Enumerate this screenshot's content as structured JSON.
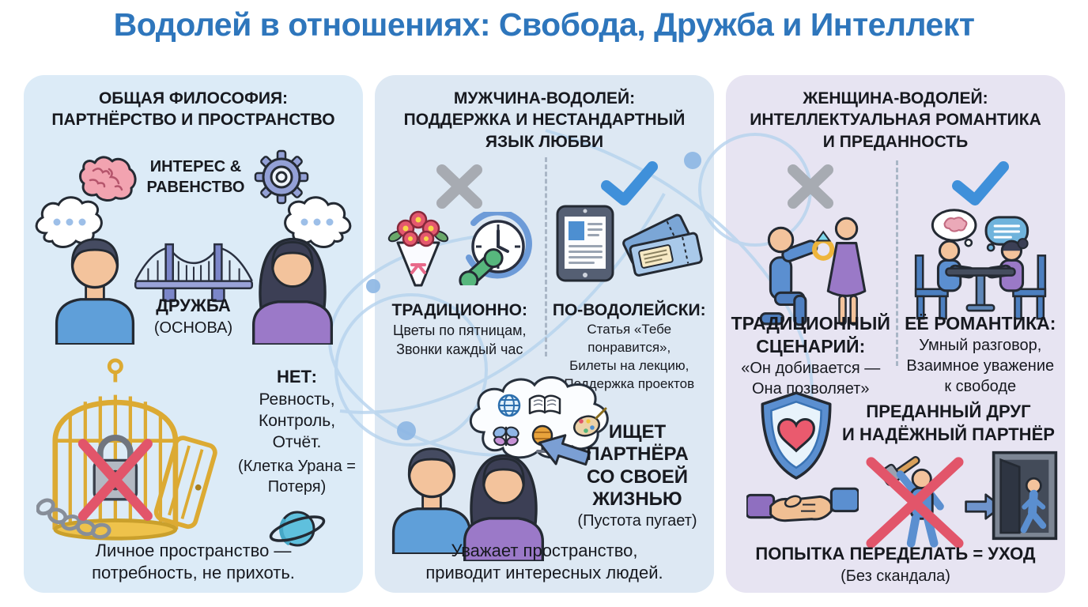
{
  "title": "Водолей в отношениях: Свобода, Дружба и Интеллект",
  "colors": {
    "title_blue": "#2e76bc",
    "panel_left_bg": "#dcebf7",
    "panel_middle_bg": "#dde8f3",
    "panel_right_bg": "#e7e4f2",
    "check_blue": "#3f90da",
    "cross_gray": "#a7abb2",
    "forbidden_red": "#e2556a",
    "cage_gold": "#dcaa33",
    "orbit_blue": "#b6d3ee"
  },
  "icons": {
    "brain-icon": "🧠",
    "gear-icon": "⚙",
    "thought-bubble-icon": "💭",
    "bridge-icon": "🌉",
    "man-avatar": "👤",
    "woman-avatar": "👤",
    "birdcage-icon": "🐦",
    "lock-icon": "🔒",
    "chain-icon": "⛓",
    "uranus-icon": "🪐",
    "cross-icon": "✕",
    "check-icon": "✓",
    "bouquet-icon": "💐",
    "phone-clock-icon": "📞",
    "tablet-article-icon": "📄",
    "tickets-icon": "🎟",
    "interests-cloud-icon": "💭",
    "arrow-left-icon": "⬅",
    "proposal-icon": "💍",
    "table-talk-icon": "🗣",
    "shield-heart-icon": "🛡",
    "handshake-icon": "🤝",
    "remake-person-icon": "🔨",
    "arrow-right-icon": "➡",
    "exit-door-icon": "🚪"
  },
  "philosophy": {
    "title1": "ОБЩАЯ ФИЛОСОФИЯ:",
    "title2": "ПАРТНЁРСТВО И ПРОСТРАНСТВО",
    "interest1": "ИНТЕРЕС &",
    "interest2": "РАВЕНСТВО",
    "friendship": "ДРУЖБА",
    "friendship_sub": "(ОСНОВА)",
    "no_title": "НЕТ:",
    "no1": "Ревность,",
    "no2": "Контроль,",
    "no3": "Отчёт.",
    "no_note1": "(Клетка Урана =",
    "no_note2": "Потеря)",
    "footer1": "Личное пространство —",
    "footer2": "потребность, не прихоть."
  },
  "man": {
    "title1": "МУЖЧИНА-ВОДОЛЕЙ:",
    "title2": "ПОДДЕРЖКА И НЕСТАНДАРТНЫЙ",
    "title3": "ЯЗЫК ЛЮБВИ",
    "trad_title": "ТРАДИЦИОННО:",
    "trad1": "Цветы по пятницам,",
    "trad2": "Звонки каждый час",
    "aqua_title": "ПО-ВОДОЛЕЙСКИ:",
    "aqua1": "Статья «Тебе понравится»,",
    "aqua2": "Билеты на лекцию,",
    "aqua3": "Поддержка проектов",
    "seeks1": "ИЩЕТ",
    "seeks2": "ПАРТНЁРА",
    "seeks3": "СО СВОЕЙ",
    "seeks4": "ЖИЗНЬЮ",
    "seeks_note": "(Пустота пугает)",
    "footer1": "Уважает пространство,",
    "footer2": "приводит интересных людей."
  },
  "woman": {
    "title1": "ЖЕНЩИНА-ВОДОЛЕЙ:",
    "title2": "ИНТЕЛЛЕКТУАЛЬНАЯ РОМАНТИКА",
    "title3": "И ПРЕДАННОСТЬ",
    "trad_title1": "ТРАДИЦИОННЫЙ",
    "trad_title2": "СЦЕНАРИЙ:",
    "trad1": "«Он добивается —",
    "trad2": "Она позволяет»",
    "rom_title": "ЕЁ РОМАНТИКА:",
    "rom1": "Умный разговор,",
    "rom2": "Взаимное уважение",
    "rom3": "к свободе",
    "loyal1": "ПРЕДАННЫЙ ДРУГ",
    "loyal2": "И НАДЁЖНЫЙ ПАРТНЁР",
    "footer_bold": "ПОПЫТКА ПЕРЕДЕЛАТЬ = УХОД",
    "footer_note": "(Без скандала)"
  }
}
